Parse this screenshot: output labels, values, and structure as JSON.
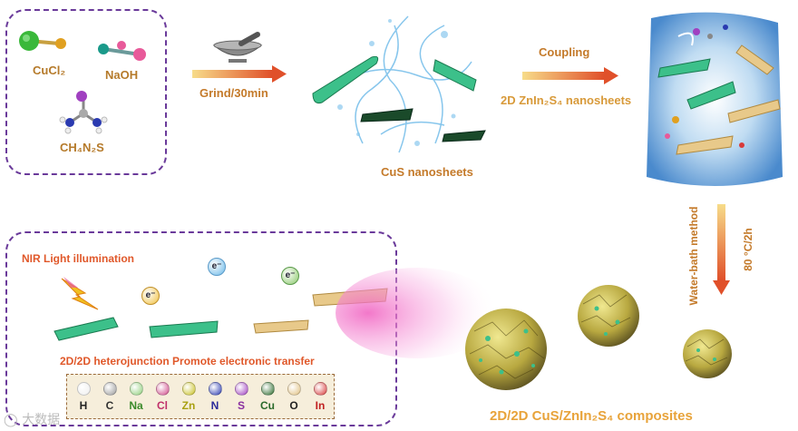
{
  "labels": {
    "cucl2": "CuCl₂",
    "naoh": "NaOH",
    "ch4n2s": "CH₄N₂S",
    "grind": "Grind/30min",
    "cus_nanosheets": "CuS nanosheets",
    "coupling": "Coupling",
    "znin2s4_nanosheets": "2D ZnIn₂S₄ nanosheets",
    "water_bath": "Water-bath method",
    "temp_time": "80 °C/2h",
    "nir": "NIR Light illumination",
    "heterojunction": "2D/2D heterojunction Promote electronic transfer",
    "composites": "2D/2D CuS/ZnIn₂S₄ composites",
    "electron": "e⁻",
    "watermark": "大数据"
  },
  "legend": [
    {
      "symbol": "H",
      "color": "#eeeeee",
      "text_color": "#222222"
    },
    {
      "symbol": "C",
      "color": "#9a9a9a",
      "text_color": "#333333"
    },
    {
      "symbol": "Na",
      "color": "#8fcf7a",
      "text_color": "#3a8a2a"
    },
    {
      "symbol": "Cl",
      "color": "#d04a8a",
      "text_color": "#c0306a"
    },
    {
      "symbol": "Zn",
      "color": "#c8c020",
      "text_color": "#a8a010"
    },
    {
      "symbol": "N",
      "color": "#2a3ab0",
      "text_color": "#2a2a9a"
    },
    {
      "symbol": "S",
      "color": "#a040c0",
      "text_color": "#8a30a0"
    },
    {
      "symbol": "Cu",
      "color": "#2a6a2a",
      "text_color": "#2a6a2a"
    },
    {
      "symbol": "O",
      "color": "#e0c080",
      "text_color": "#222222"
    },
    {
      "symbol": "In",
      "color": "#d83a3a",
      "text_color": "#c02020"
    }
  ],
  "colors": {
    "cus_sheet": "#3cc08a",
    "znins_sheet": "#e8c98a",
    "arrow_start": "#f5d27a",
    "arrow_end": "#e05a2a",
    "label_orange": "#e8a33a"
  }
}
